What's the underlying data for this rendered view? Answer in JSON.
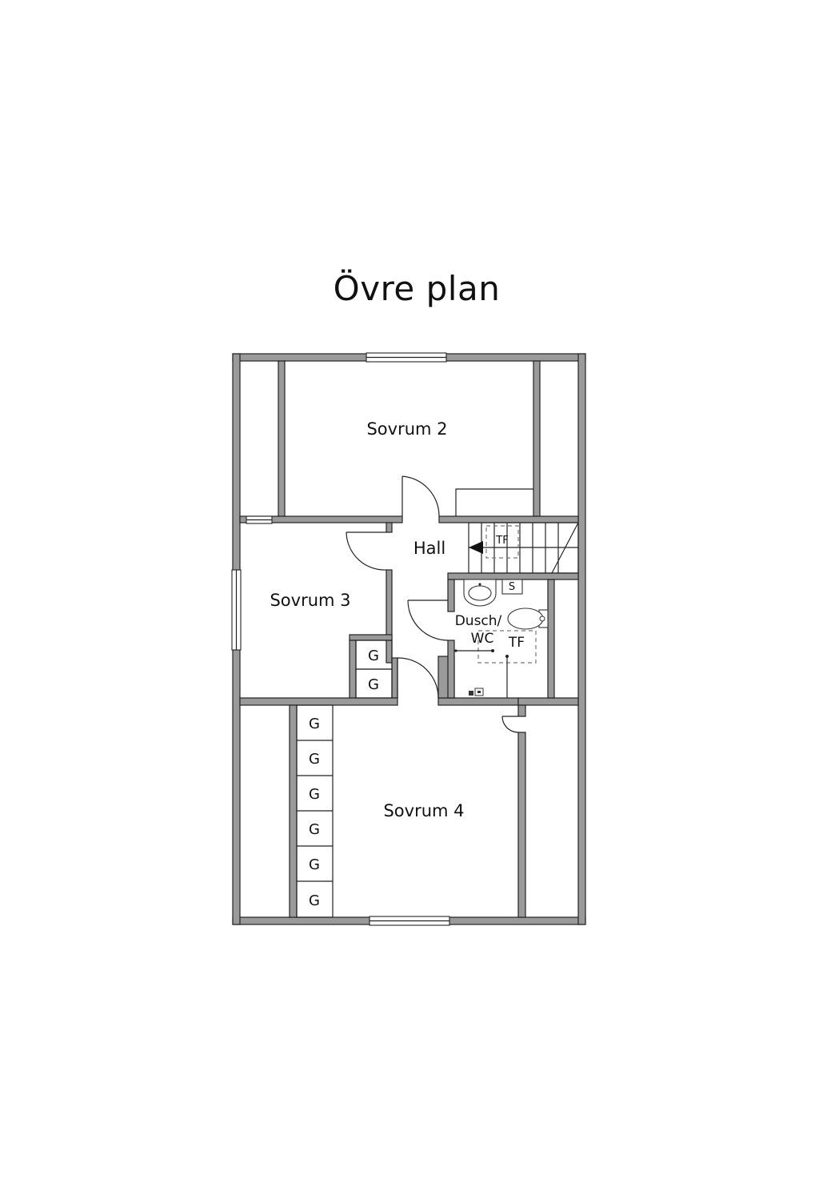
{
  "plan": {
    "title": "Övre plan",
    "colors": {
      "wall": "#9a9a9a",
      "line": "#222222",
      "fixture": "#555555"
    },
    "rooms": {
      "sovrum2": "Sovrum 2",
      "sovrum3": "Sovrum 3",
      "sovrum4": "Sovrum 4",
      "hall": "Hall",
      "dusch_wc_line1": "Dusch/",
      "dusch_wc_line2": "WC"
    },
    "labels": {
      "tf_stair": "TF",
      "tf_bath": "TF",
      "s": "S",
      "g": "G"
    },
    "stair_arrow_icon": "arrow-left-icon"
  }
}
